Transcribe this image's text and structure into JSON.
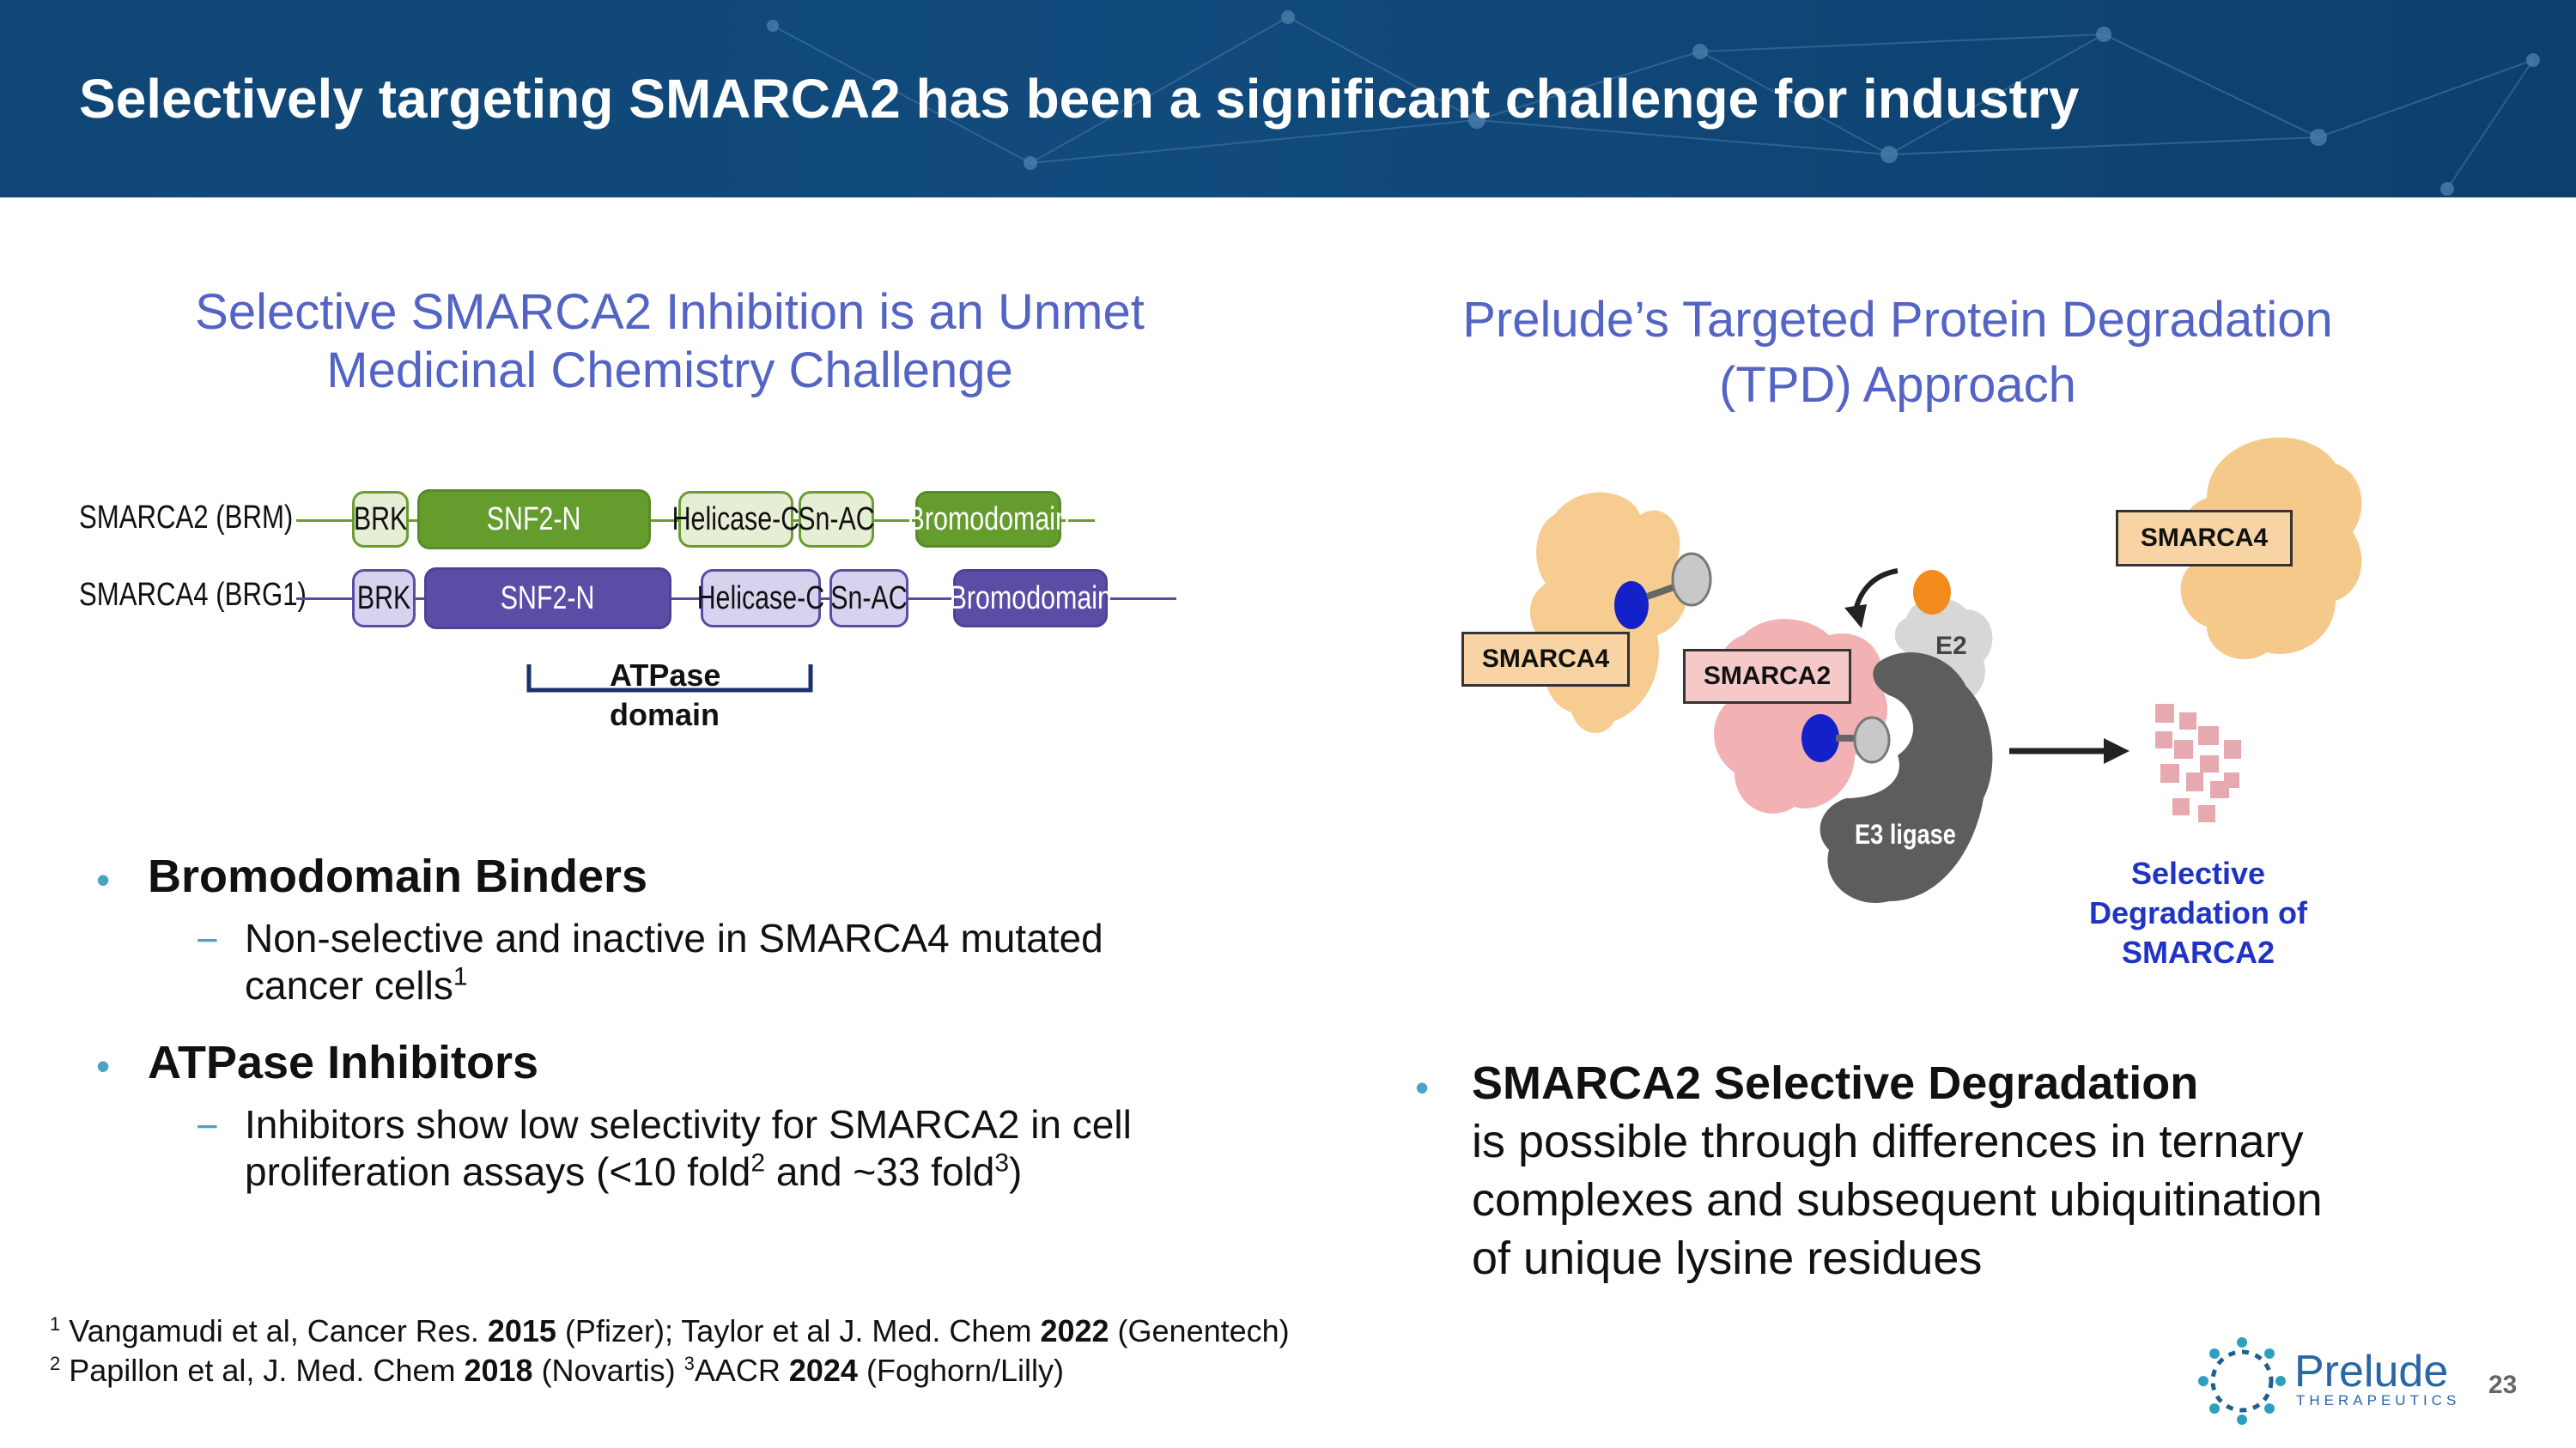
{
  "header": {
    "title": "Selectively targeting SMARCA2 has been a significant challenge for industry"
  },
  "left": {
    "subtitle_line1": "Selective SMARCA2 Inhibition is an Unmet",
    "subtitle_line2": "Medicinal Chemistry Challenge",
    "diagram": {
      "row1_label": "SMARCA2 (BRM)",
      "row2_label": "SMARCA4 (BRG1)",
      "domains": {
        "brk": "BRK",
        "snf2n": "SNF2-N",
        "helicase": "Helicase-C",
        "snac": "Sn-AC",
        "bromo": "Bromodomain"
      },
      "atpase_line1": "ATPase",
      "atpase_line2": "domain"
    },
    "bullets": [
      {
        "heading": "Bromodomain Binders",
        "sub_line1": "Non-selective and inactive in SMARCA4 mutated",
        "sub_line2": "cancer cells",
        "sup": "1"
      },
      {
        "heading": "ATPase Inhibitors",
        "sub_line1": "Inhibitors show low selectivity for SMARCA2 in cell",
        "sub_line2a": "proliferation assays (<10 fold",
        "sup_a": "2",
        "sub_line2b": " and ~33 fold",
        "sup_b": "3",
        "sub_line2c": ")"
      }
    ],
    "dash": "−"
  },
  "right": {
    "subtitle_line1": "Prelude’s Targeted Protein Degradation",
    "subtitle_line2": "(TPD) Approach",
    "labels": {
      "smarca4_left": "SMARCA4",
      "smarca2": "SMARCA2",
      "smarca4_right": "SMARCA4",
      "e2": "E2",
      "e3": "E3 ligase"
    },
    "selective_line1": "Selective",
    "selective_line2": "Degradation of",
    "selective_line3": "SMARCA2",
    "bullet_heading": "SMARCA2 Selective Degradation",
    "bullet_line1": "is possible through differences in ternary",
    "bullet_line2": "complexes and subsequent ubiquitination",
    "bullet_line3": "of unique lysine residues"
  },
  "footnotes": {
    "f1_num": "1",
    "f1_a": " Vangamudi et al, Cancer Res. ",
    "f1_b": "2015",
    "f1_c": " (Pfizer); Taylor et al J. Med. Chem ",
    "f1_d": "2022",
    "f1_e": " (Genentech)",
    "f2_num": "2",
    "f2_a": " Papillon et al, J. Med. Chem ",
    "f2_b": "2018",
    "f2_c": " (Novartis) ",
    "f3_num": "3",
    "f2_d": "AACR ",
    "f2_e": "2024",
    "f2_f": " (Foghorn/Lilly)"
  },
  "logo": {
    "name": "Prelude",
    "tagline": "THERAPEUTICS"
  },
  "page_number": "23",
  "bullet_char": "•"
}
